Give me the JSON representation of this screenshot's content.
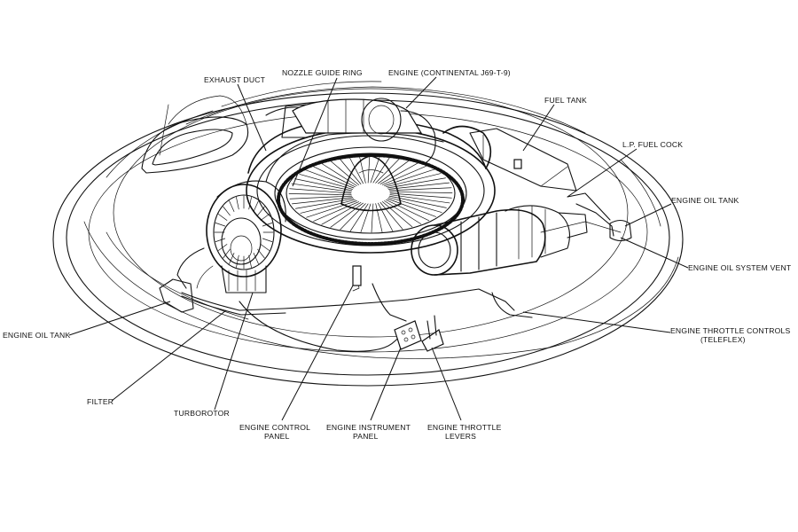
{
  "labels": {
    "exhaust_duct": "EXHAUST DUCT",
    "nozzle_guide_ring": "NOZZLE GUIDE RING",
    "engine": "ENGINE (CONTINENTAL J69-T-9)",
    "fuel_tank": "FUEL TANK",
    "lp_fuel_cock": "L.P. FUEL COCK",
    "engine_oil_tank_right": "ENGINE OIL TANK",
    "engine_oil_system_vent": "ENGINE OIL SYSTEM VENT",
    "engine_throttle_controls_1": "ENGINE THROTTLE CONTROLS",
    "engine_throttle_controls_2": "(TELEFLEX)",
    "engine_oil_tank_left": "ENGINE OIL TANK",
    "filter": "FILTER",
    "turborotor": "TURBOROTOR",
    "engine_control_panel_1": "ENGINE CONTROL",
    "engine_control_panel_2": "PANEL",
    "engine_instrument_panel_1": "ENGINE INSTRUMENT",
    "engine_instrument_panel_2": "PANEL",
    "engine_throttle_levers_1": "ENGINE THROTTLE",
    "engine_throttle_levers_2": "LEVERS"
  }
}
